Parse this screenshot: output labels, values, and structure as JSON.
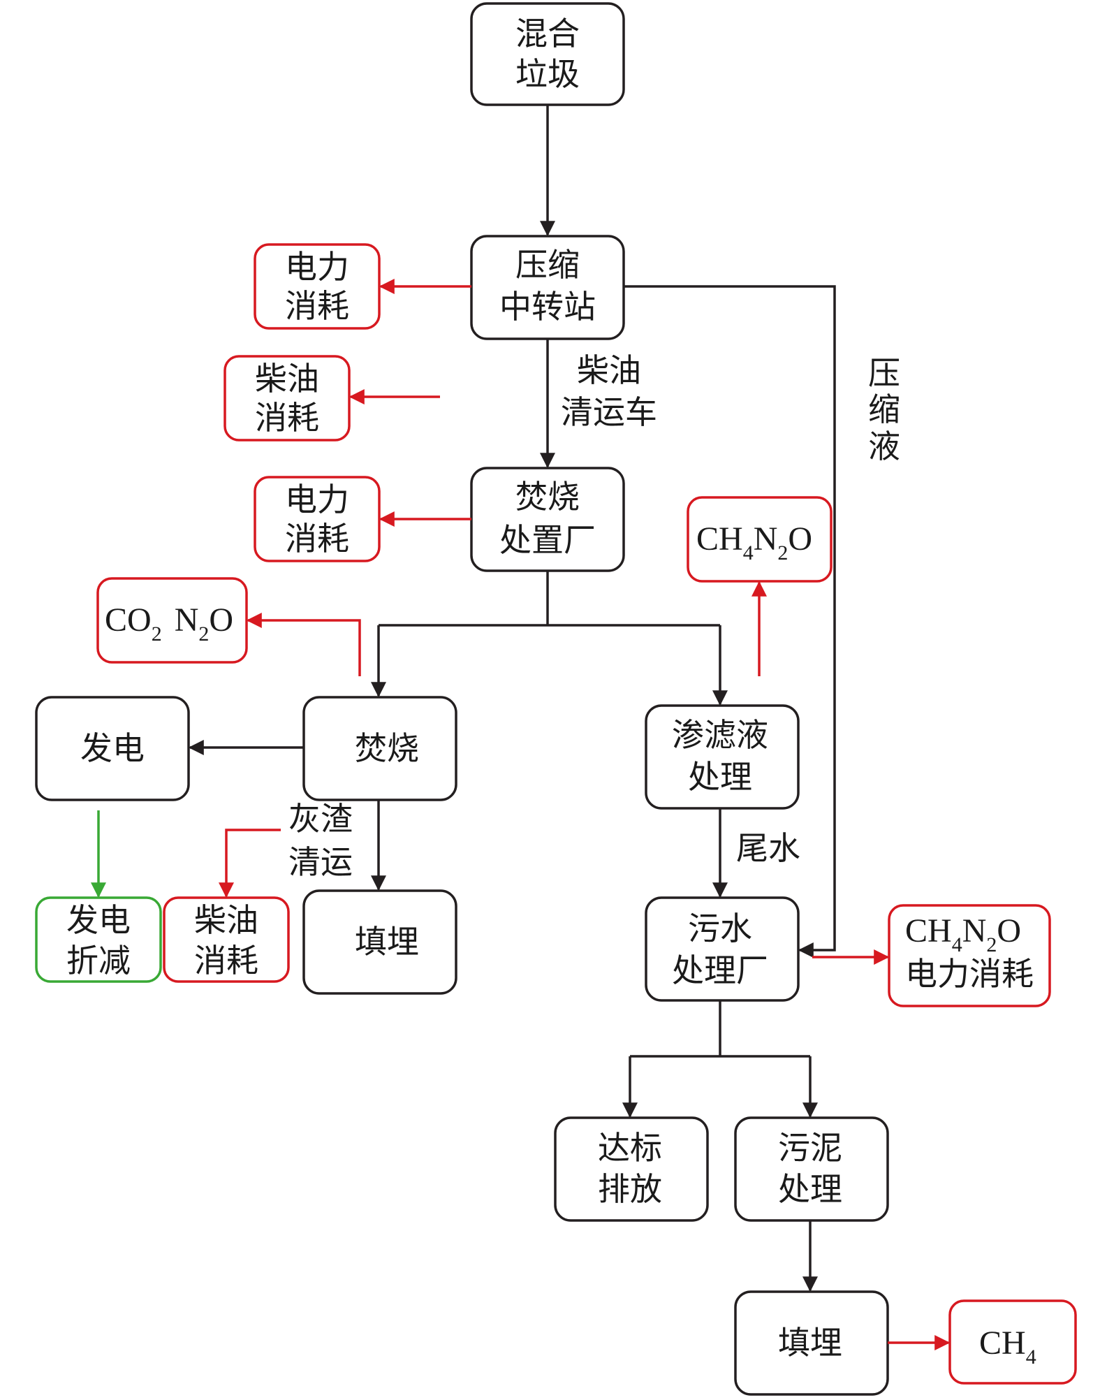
{
  "nodes": {
    "mixed_waste": [
      "混合",
      "垃圾"
    ],
    "transfer_station": [
      "压缩",
      "中转站"
    ],
    "incineration_plant": [
      "焚烧",
      "处置厂"
    ],
    "incineration": "焚烧",
    "power_generation": "发电",
    "landfill_ash": "填埋",
    "leachate_treatment": [
      "渗滤液",
      "处理"
    ],
    "wastewater_plant": [
      "污水",
      "处理厂"
    ],
    "compliant_discharge": [
      "达标",
      "排放"
    ],
    "sludge_treatment": [
      "污泥",
      "处理"
    ],
    "landfill_sludge": "填埋"
  },
  "emissions": {
    "transfer_power": [
      "电力",
      "消耗"
    ],
    "transport_diesel": [
      "柴油",
      "消耗"
    ],
    "plant_power": [
      "电力",
      "消耗"
    ],
    "incineration_gas": {
      "co2_main": "CO",
      "co2_sub": "2",
      "n2o_main": "N",
      "n2o_sub": "2",
      "n2o_tail": "O"
    },
    "leachate_gas": {
      "a": "CH",
      "a_sub": "4",
      "b": "N",
      "b_sub": "2",
      "c": "O"
    },
    "ash_diesel": [
      "柴油",
      "消耗"
    ],
    "wastewater": {
      "a": "CH",
      "a_sub": "4",
      "b": "N",
      "b_sub": "2",
      "c": "O",
      "line2": "电力消耗"
    },
    "landfill_ch4": {
      "a": "CH",
      "a_sub": "4"
    }
  },
  "offsets": {
    "power_offset": [
      "发电",
      "折减"
    ]
  },
  "edge_labels": {
    "diesel_truck": [
      "柴油",
      "清运车"
    ],
    "compressed_liquid": [
      "压",
      "缩",
      "液"
    ],
    "ash_transport": [
      "灰渣",
      "清运"
    ],
    "tail_water": "尾水"
  },
  "colors": {
    "process": "#231f20",
    "emission": "#d71920",
    "offset": "#39a935"
  }
}
